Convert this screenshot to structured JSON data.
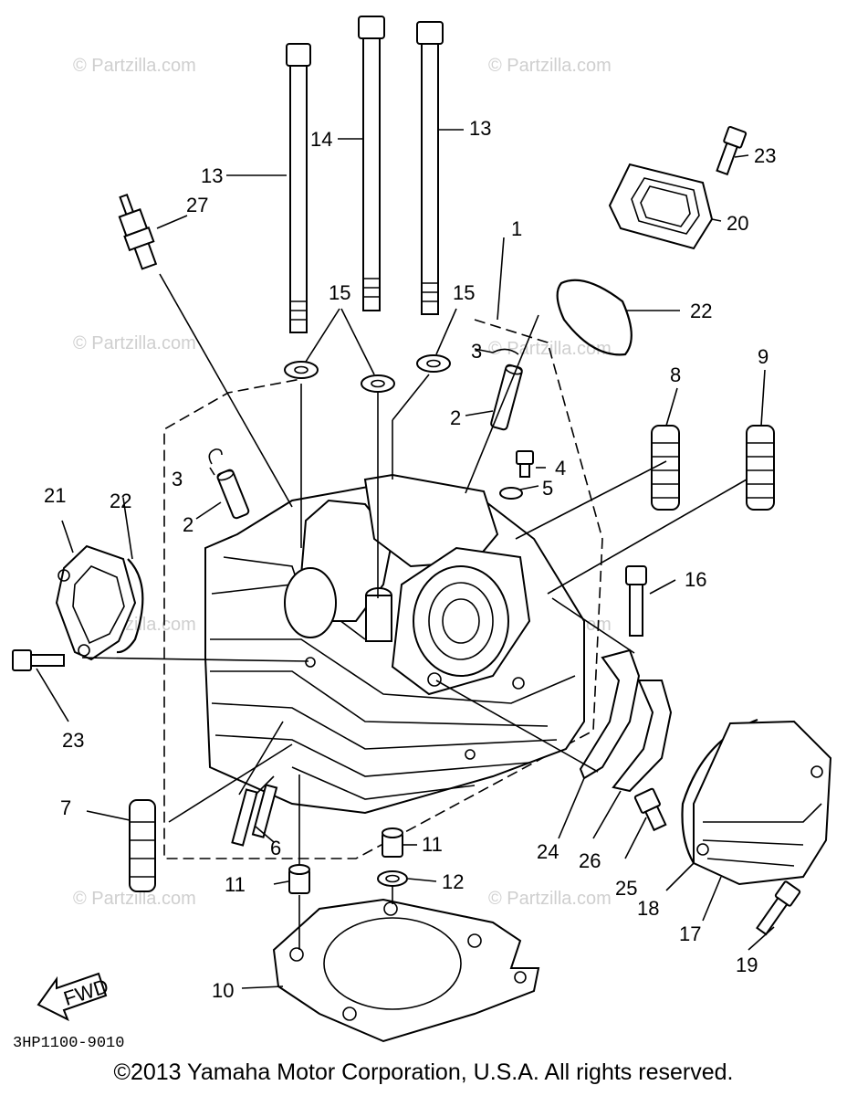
{
  "watermark": "© Partzilla.com",
  "diagram_code": "3HP1100-9010",
  "fwd_label": "FWD",
  "copyright": "©2013 Yamaha Motor Corporation, U.S.A. All rights reserved.",
  "callouts": {
    "c1": "1",
    "c2a": "2",
    "c2b": "2",
    "c3a": "3",
    "c3b": "3",
    "c4": "4",
    "c5": "5",
    "c6": "6",
    "c7": "7",
    "c8": "8",
    "c9": "9",
    "c10": "10",
    "c11a": "11",
    "c11b": "11",
    "c12": "12",
    "c13a": "13",
    "c13b": "13",
    "c14": "14",
    "c15a": "15",
    "c15b": "15",
    "c16": "16",
    "c17": "17",
    "c18": "18",
    "c19": "19",
    "c20": "20",
    "c21": "21",
    "c22a": "22",
    "c22b": "22",
    "c23a": "23",
    "c23b": "23",
    "c24": "24",
    "c25": "25",
    "c26": "26",
    "c27": "27"
  }
}
